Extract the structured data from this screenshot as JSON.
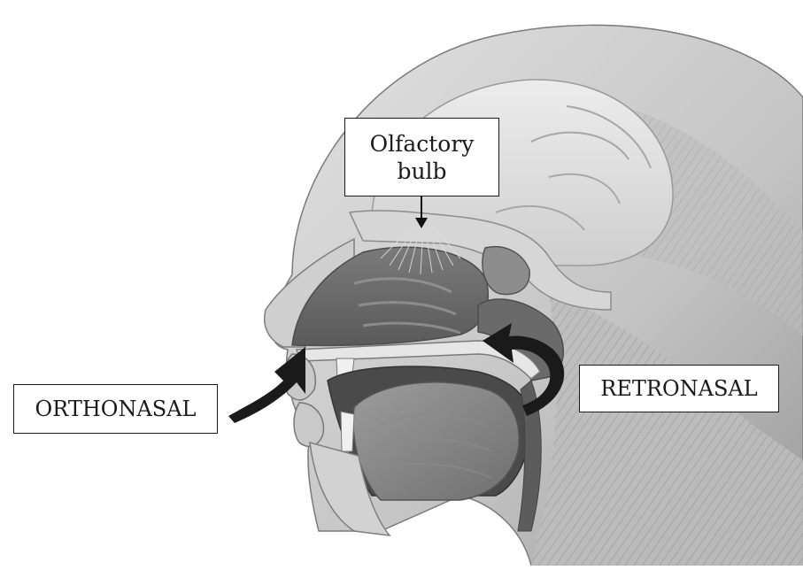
{
  "labels": {
    "olfactory_line1": "Olfactory",
    "olfactory_line2": "bulb",
    "orthonasal": "ORTHONASAL",
    "retronasal": "RETRONASAL"
  },
  "colors": {
    "background": "#ffffff",
    "arrow": "#1a1a1a",
    "tissue_light": "#d9d9d9",
    "tissue_mid": "#a8a8a8",
    "tissue_dark": "#5e5e5e"
  }
}
